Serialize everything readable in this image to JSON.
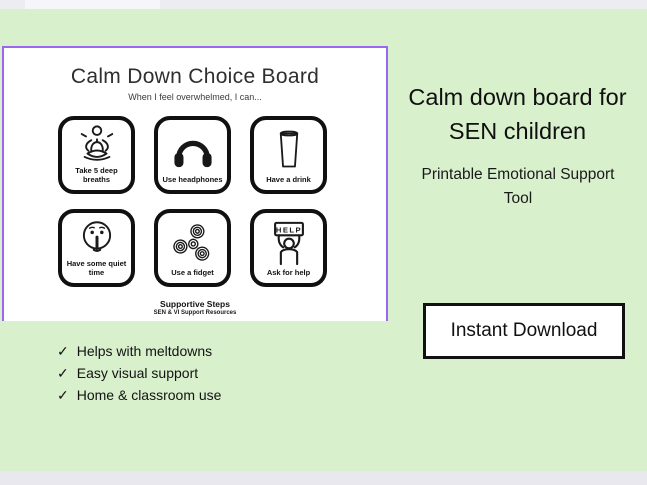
{
  "page": {
    "background_color": "#d9f0cc",
    "top_bar_color": "#edecf2",
    "bottom_bar_color": "#e9e8ef"
  },
  "poster": {
    "title": "Calm Down Choice Board",
    "subtitle": "When I feel overwhelmed, I can...",
    "border_color": "#9b66f0",
    "tiles": [
      {
        "label": "Take 5 deep breaths",
        "icon": "meditation-icon"
      },
      {
        "label": "Use headphones",
        "icon": "headphones-icon"
      },
      {
        "label": "Have a drink",
        "icon": "drink-glass-icon"
      },
      {
        "label": "Have some quiet time",
        "icon": "quiet-shush-icon"
      },
      {
        "label": "Use a fidget",
        "icon": "fidget-spinner-icon"
      },
      {
        "label": "Ask for help",
        "icon": "help-sign-icon"
      }
    ],
    "help_sign_text": "HELP",
    "footer_brand": "Supportive Steps",
    "footer_tagline": "SEN & VI Support Resources"
  },
  "product": {
    "title": "Calm down board for\nSEN children",
    "subtitle": "Printable Emotional Support\nTool",
    "download_button_label": "Instant Download"
  },
  "benefits": {
    "checkmark": "✓",
    "items": [
      "Helps with meltdowns",
      "Easy visual support",
      "Home & classroom use"
    ]
  }
}
